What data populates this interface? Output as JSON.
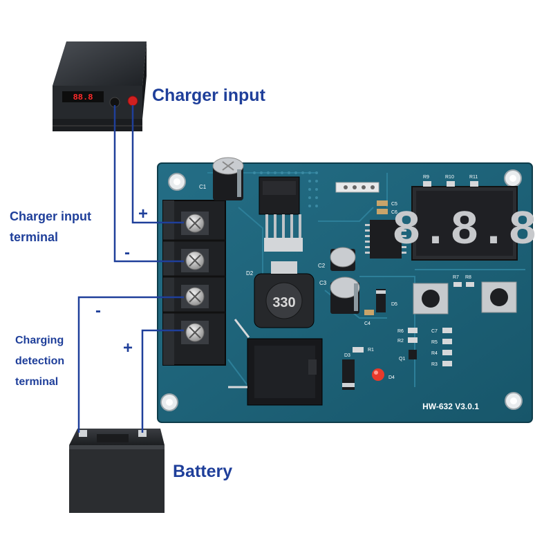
{
  "labels": {
    "charger_input": "Charger input",
    "charger_input_terminal_1": "Charger input",
    "charger_input_terminal_2": "terminal",
    "charging_detection_1": "Charging",
    "charging_detection_2": "detection",
    "charging_detection_3": "terminal",
    "battery": "Battery"
  },
  "signs": {
    "charger_plus": "+",
    "charger_minus": "-",
    "battery_minus": "-",
    "battery_plus": "+"
  },
  "board": {
    "model": "HW-632 V3.0.1",
    "display_digits": "8.8.8",
    "inductor_marking": "330",
    "charger_display": "88.8",
    "silk": {
      "c1": "C1",
      "c2": "C2",
      "c3": "C3",
      "c4": "C4",
      "c5": "C5",
      "c6": "C6",
      "c7": "C7",
      "d2": "D2",
      "d3": "D3",
      "d4": "D4",
      "d5": "D5",
      "r1": "R1",
      "r2": "R2",
      "r3": "R3",
      "r4": "R4",
      "r5": "R5",
      "r6": "R6",
      "r7": "R7",
      "r8": "R8",
      "r9": "R9",
      "r10": "R10",
      "r11": "R11",
      "q1": "Q1"
    }
  },
  "colors": {
    "label": "#1f3f9a",
    "pcb": "#1d5f74",
    "wire": "#1f3f9a"
  }
}
